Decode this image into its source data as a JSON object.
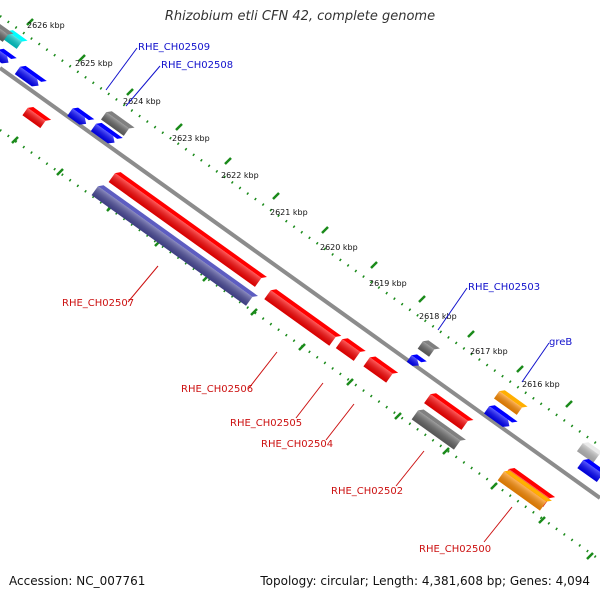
{
  "title": "Rhizobium etli CFN 42, complete genome",
  "footer": {
    "accession": "Accession: NC_007761",
    "summary": "Topology: circular; Length: 4,381,608 bp; Genes: 4,094"
  },
  "colors": {
    "backbone": "#8c8c8c",
    "tick": "#1a8a1a",
    "gene_label": "#cc1111",
    "locus_label": "#1111cc",
    "kbp_label": "#111111"
  },
  "kbp_ticks": [
    "2626 kbp",
    "2625 kbp",
    "2624 kbp",
    "2623 kbp",
    "2622 kbp",
    "2621 kbp",
    "2620 kbp",
    "2619 kbp",
    "2618 kbp",
    "2617 kbp",
    "2616 kbp"
  ],
  "outer_labels": [
    "RHE_CH02509",
    "RHE_CH02508",
    "RHE_CH02503",
    "greB"
  ],
  "inner_labels": [
    "RHE_CH02507",
    "RHE_CH02506",
    "RHE_CH02505",
    "RHE_CH02504",
    "RHE_CH02502",
    "RHE_CH02500"
  ],
  "feature_colors": {
    "cds": "#ff0000",
    "trna": "#0000ff",
    "pseudo": "#666666",
    "other": "#ff8c00",
    "rna": "#00cccc",
    "dark": "#4a4a9a",
    "light": "#bbbbbb"
  }
}
